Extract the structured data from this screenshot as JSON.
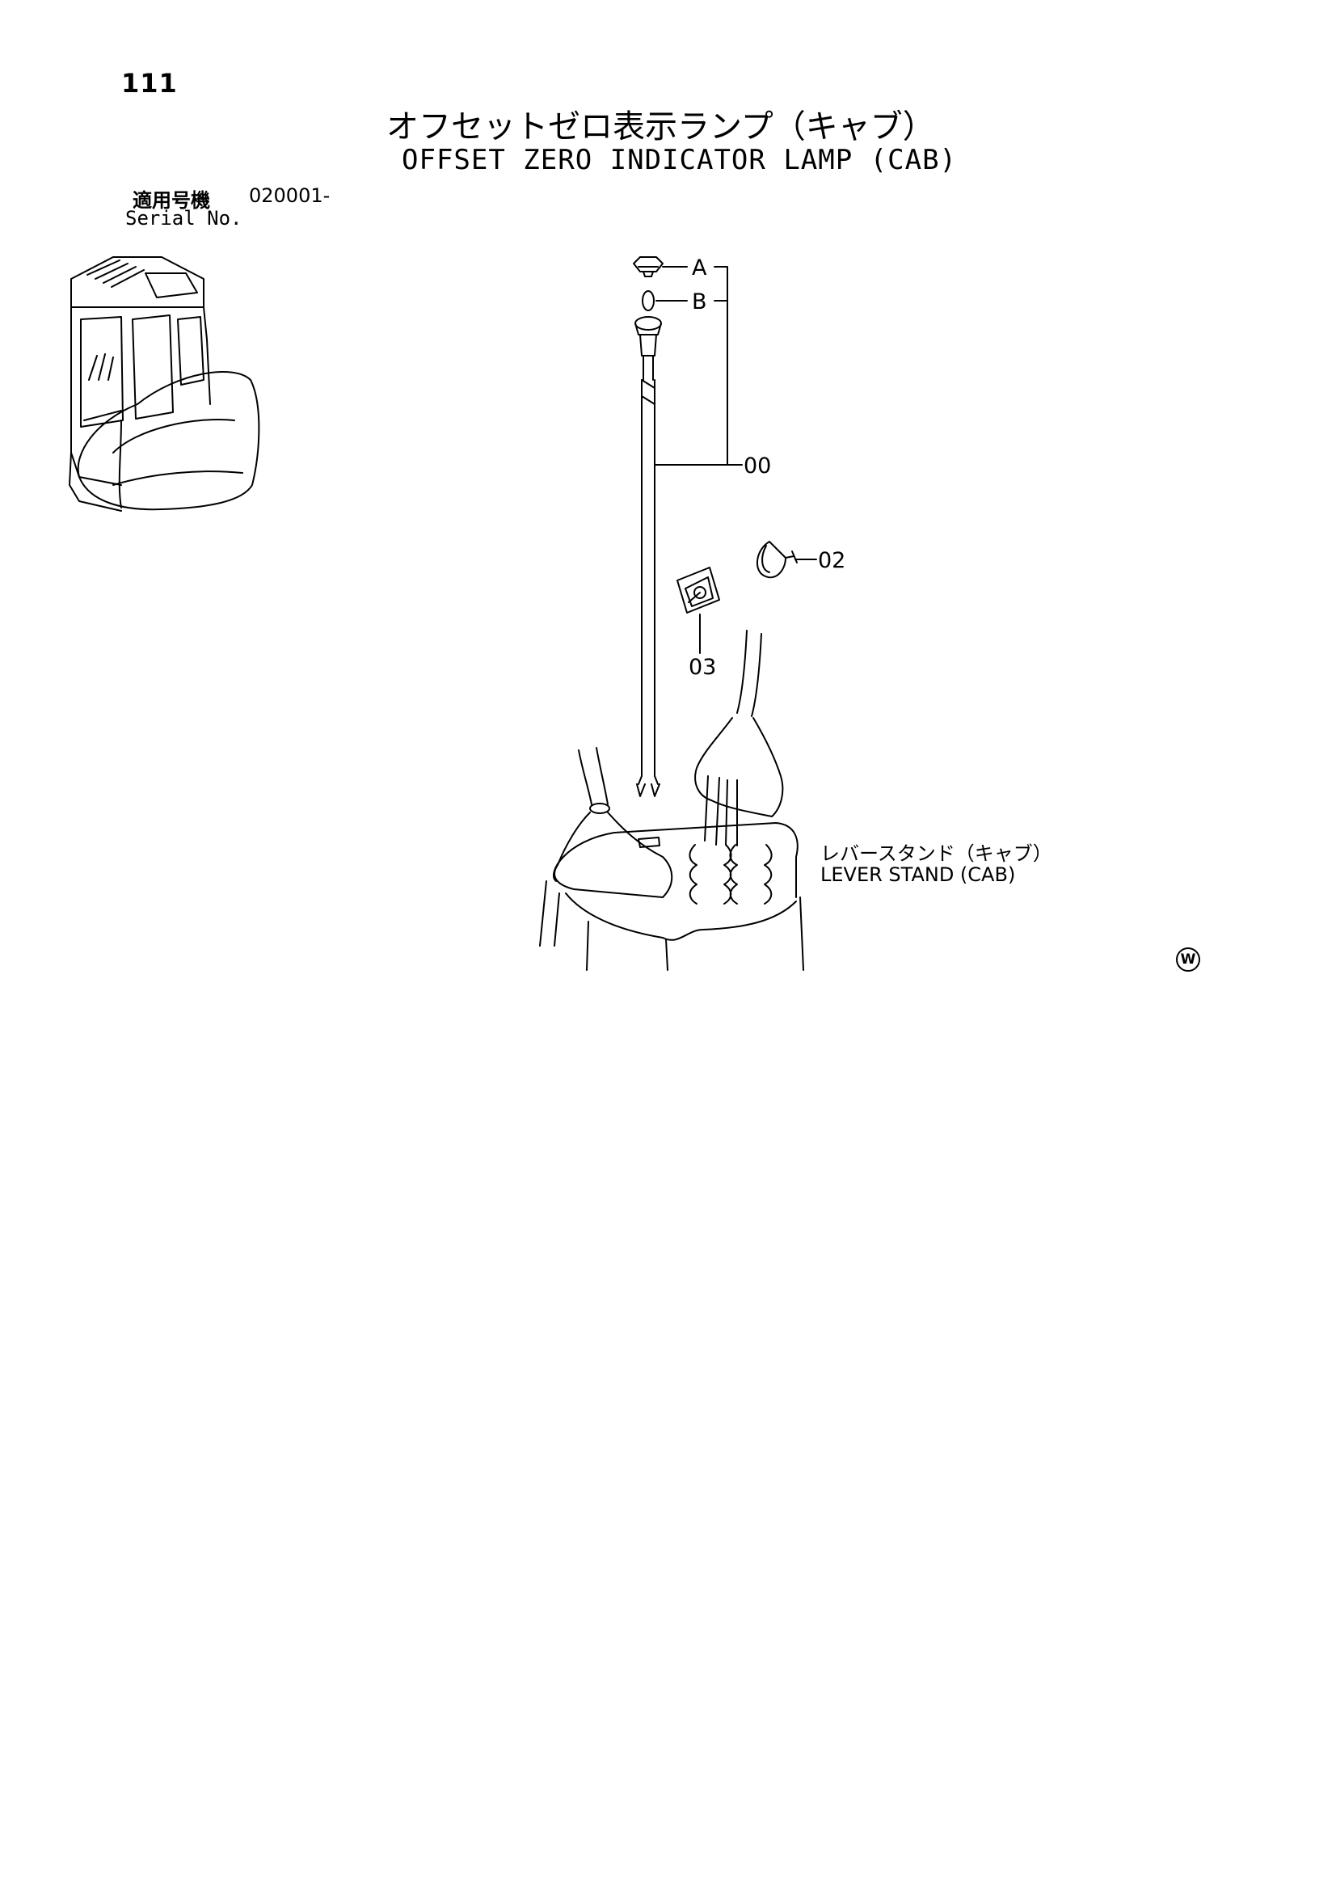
{
  "page": {
    "number": "111",
    "title_ja": "オフセットゼロ表示ランプ（キャブ）",
    "title_en": "OFFSET ZERO INDICATOR LAMP (CAB)"
  },
  "serial": {
    "label_ja": "適用号機",
    "label_en": "Serial No.",
    "value": "020001-"
  },
  "callouts": {
    "a": "A",
    "b": "B",
    "p00": "00",
    "p02": "02",
    "p03": "03"
  },
  "lever_stand": {
    "label_ja": "レバースタンド（キャブ）",
    "label_en": "LEVER STAND (CAB)"
  },
  "mark": {
    "symbol": "W"
  }
}
